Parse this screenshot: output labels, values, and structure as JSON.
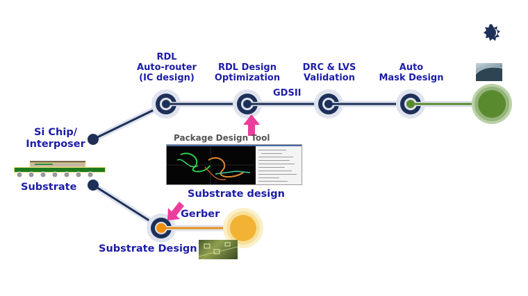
{
  "diagram": {
    "stages": [
      {
        "id": "rdl-autorouter",
        "label_lines": [
          "RDL",
          "Auto-router",
          "(IC design)"
        ]
      },
      {
        "id": "rdl-optimization",
        "label_lines": [
          "RDL Design",
          "Optimization"
        ]
      },
      {
        "id": "drc-lvs",
        "label_lines": [
          "DRC & LVS",
          "Validation"
        ]
      },
      {
        "id": "auto-mask",
        "label_lines": [
          "Auto",
          "Mask Design"
        ]
      }
    ],
    "gdsii_label": "GDSII",
    "si_chip_label_lines": [
      "Si Chip/",
      "Interposer"
    ],
    "substrate_label": "Substrate",
    "package_tool_label": "Package Design Tool",
    "substrate_design_caption": "Substrate design",
    "gerber_label": "Gerber",
    "substrate_design_node_label": "Substrate Design",
    "icons": {
      "top_right": "sun-face-logo-icon",
      "wafer": "wafer-image",
      "pcb": "pcb-image",
      "package": "chip-package-icon",
      "arrow": "pink-arrow-icon"
    },
    "colors": {
      "node_navy": "#1e3058",
      "halo": "#dfe3ee",
      "label_blue": "#1c1ca8",
      "green_end": "#5a8a2e",
      "orange_end": "#f2b233",
      "arrow_pink": "#ec3d9c"
    }
  }
}
